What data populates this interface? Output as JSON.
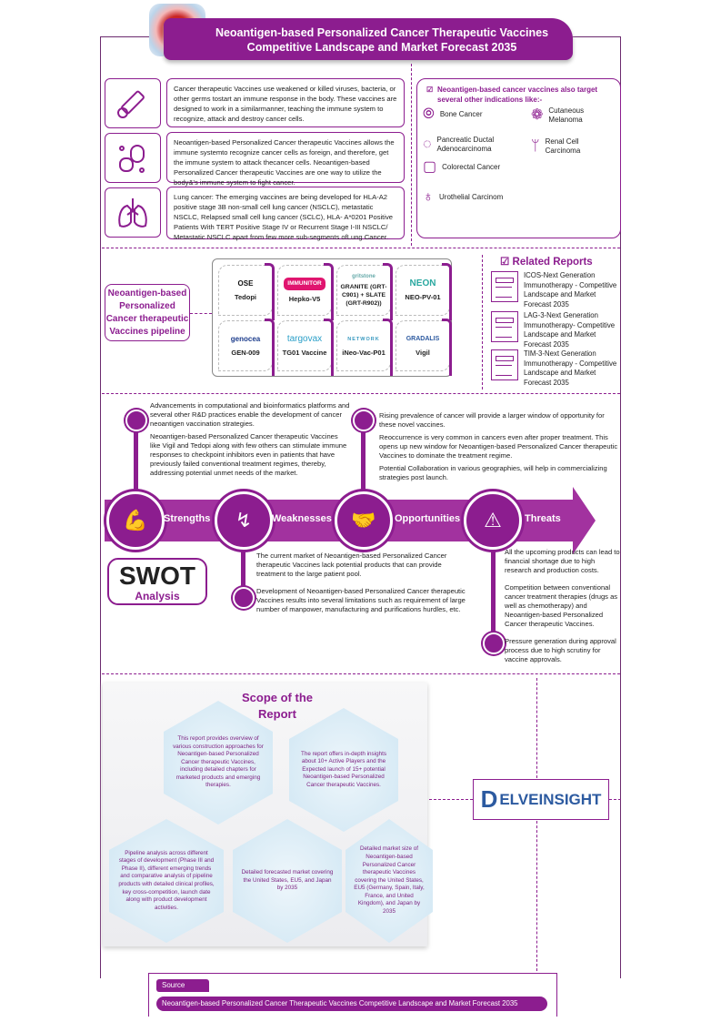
{
  "header": {
    "title_line1": "Neoantigen-based Personalized Cancer Therapeutic Vaccines",
    "title_line2": "Competitive Landscape and Market Forecast 2035"
  },
  "intro": [
    {
      "icon": "syringe-icon",
      "text": "Cancer therapeutic Vaccines use weakened or killed viruses, bacteria, or other germs tostart an immune response in the body. These vaccines are designed to work in a similarmanner, teaching the immune system to recognize, attack and destroy cancer cells."
    },
    {
      "icon": "pill-icon",
      "text": "Neoantigen-based Personalized Cancer therapeutic Vaccines allows the immune systemto recognize cancer cells as foreign, and therefore, get the immune system to attack thecancer cells. Neoantigen-based Personalized Cancer therapeutic Vaccines are one way to utilize the body&'s immune system to fight cancer."
    },
    {
      "icon": "lungs-icon",
      "text": "Lung cancer: The emerging vaccines are being developed for HLA-A2 positive stage 3B non-small cell lung cancer (NSCLC), metastatic NSCLC, Relapsed small cell lung cancer (SCLC), HLA- A*0201 Positive Patients With TERT Positive Stage IV or Recurrent Stage I-III NSCLC/ Metastatic NSCLC apart from few more sub-segments ofLung Cancer."
    }
  ],
  "indications": {
    "heading": "Neoantigen-based cancer vaccines also target several other indications like:-",
    "items": [
      "Bone Cancer",
      "Cutaneous Melanoma",
      "Pancreatic Ductal Adenocarcinoma",
      "Renal Cell Carcinoma",
      "Colorectal Cancer",
      "Urothelial Carcinom"
    ]
  },
  "pipeline": {
    "label": "Neoantigen-based Personalized Cancer therapeutic Vaccines pipeline",
    "products": [
      {
        "company": "OSE",
        "product": "Tedopi"
      },
      {
        "company": "IMMUNITOR",
        "product": "Hepko-V5"
      },
      {
        "company": "gritstone",
        "product": "GRANITE (GRT-C901) + SLATE (GRT-R902))"
      },
      {
        "company": "NEON",
        "product": "NEO-PV-01"
      },
      {
        "company": "genocea",
        "product": "GEN-009"
      },
      {
        "company": "targovax",
        "product": "TG01 Vaccine"
      },
      {
        "company": "NETWORK",
        "product": "iNeo-Vac-P01"
      },
      {
        "company": "GRADALIS",
        "product": "Vigil"
      }
    ]
  },
  "related": {
    "title": "Related Reports",
    "items": [
      "ICOS-Next Generation Immunotherapy - Competitive Landscape and Market Forecast 2035",
      "LAG-3-Next Generation Immunotherapy- Competitive Landscape and Market Forecast 2035",
      "TIM-3-Next Generation Immunotherapy - Competitive Landscape and Market Forecast 2035"
    ]
  },
  "swot": {
    "labels": [
      "Strengths",
      "Weaknesses",
      "Opportunities",
      "Threats"
    ],
    "logo_top": "SWOT",
    "logo_bottom": "Analysis",
    "strengths": [
      "Advancements in computational and bioinformatics platforms and several other R&D practices enable the development of cancer neoantigen vaccination strategies.",
      "Neoantigen-based Personalized Cancer therapeutic Vaccines like Vigil and Tedopi along with few others can stimulate immune responses to checkpoint inhibitors even in patients that have previously failed conventional treatment regimes, thereby, addressing potential unmet needs of the market."
    ],
    "opportunities": [
      "Rising prevalence of cancer will provide a larger window of opportunity for these novel vaccines.",
      "Reoccurrence is very common in cancers even after proper treatment. This opens up new window for Neoantigen-based Personalized Cancer therapeutic Vaccines to dominate the treatment regime.",
      "Potential Collaboration in various geographies, will help in commercializing strategies post launch."
    ],
    "weaknesses": [
      "The current market of Neoantigen-based Personalized Cancer therapeutic Vaccines lack potential products that can provide treatment to the large patient pool.",
      "Development of Neoantigen-based Personalized Cancer therapeutic Vaccines results into several limitations such as requirement of large number of manpower, manufacturing and purifications hurdles, etc."
    ],
    "threats": [
      "All the upcoming products can lead to financial shortage due to high research and production costs.",
      "Competition between conventional cancer treatment therapies (drugs as well as chemotherapy) and Neoantigen-based Personalized Cancer therapeutic Vaccines.",
      "Pressure generation during approval process due to high scrutiny for vaccine approvals."
    ]
  },
  "scope": {
    "title": "Scope of the Report",
    "items": [
      "This report provides overview of various construction approaches for Neoantigen-based Personalized Cancer therapeutic Vaccines, including detailed chapters for marketed products and emerging therapies.",
      "The report offers in-depth insights about 10+ Active Players and the Expected launch of 15+ potential Neoantigen-based Personalized Cancer therapeutic Vaccines.",
      "Pipeline analysis across different stages of development (Phase III and Phase II), different emerging trends and comparative analysis of pipeline products with detailed clinical profiles, key cross-competition, launch date along with product development activities.",
      "Detailed forecasted market covering the United States, EU5, and Japan by 2035",
      "Detailed market size of Neoantigen-based Personalized Cancer therapeutic Vaccines covering the United States, EU5 (Germany, Spain, Italy, France, and United Kingdom), and Japan by 2035"
    ]
  },
  "brand": {
    "logo_text": "ELVEINSIGHT",
    "logo_initial": "D"
  },
  "source": {
    "label": "Source",
    "text": "Neoantigen-based Personalized Cancer Therapeutic Vaccines Competitive Landscape and Market Forecast 2035"
  },
  "colors": {
    "accent": "#8c1d8f",
    "band": "#a2329f",
    "brand_blue": "#2c5aa0"
  }
}
